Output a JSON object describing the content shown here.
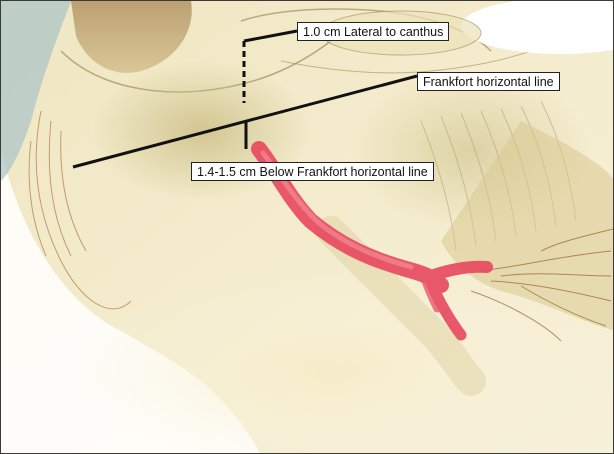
{
  "diagram": {
    "labels": {
      "lateral_to_canthus": "1.0 cm Lateral to canthus",
      "frankfort_line": "Frankfort horizontal line",
      "below_frankfort": "1.4-1.5 cm Below Frankfort horizontal line"
    },
    "colors": {
      "leader_line": "#111111",
      "nerve": "#e8475f",
      "skull": "#e9dba8",
      "soft_tissue": "#f6eccb",
      "label_border": "#222222"
    }
  }
}
